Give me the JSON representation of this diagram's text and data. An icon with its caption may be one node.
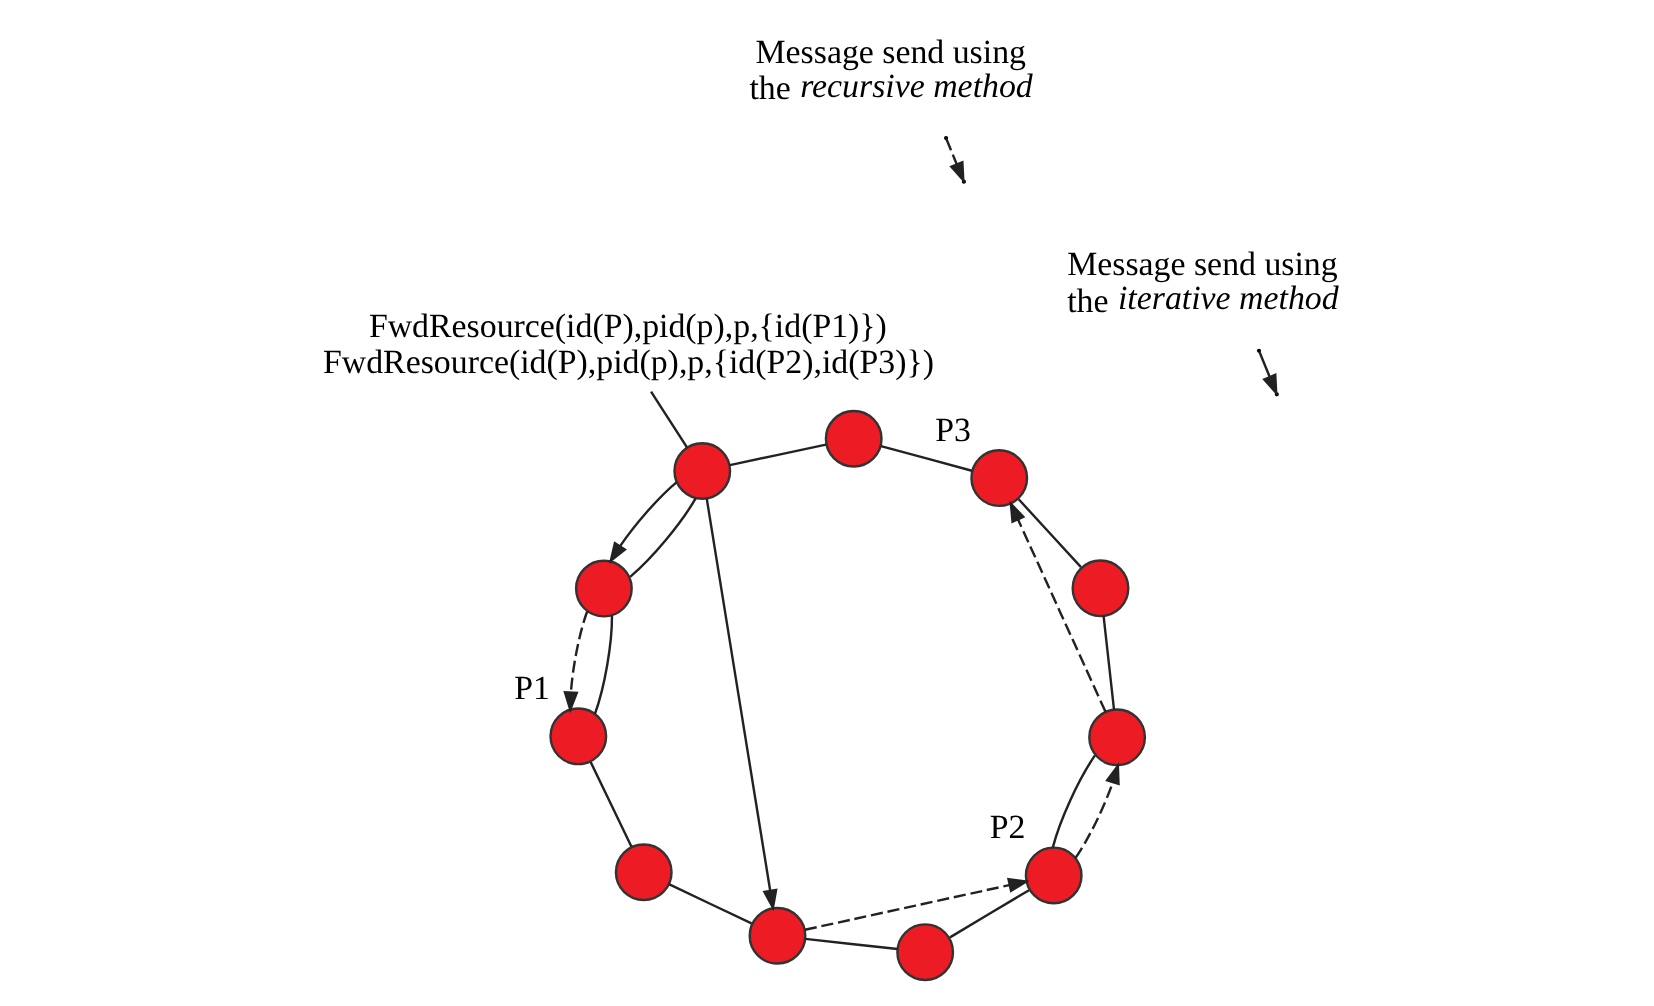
{
  "diagram": {
    "nodes": [
      {
        "text": [
          "FwdResource(id(P),pid(p),p,{id(P1)})",
          "FwdResource(id(P),pid(p),p,{id(P2),id(P3)})"
        ]
      },
      {
        "text": [],
        "shape": "circle",
        "beside": [
          "P3"
        ]
      },
      {
        "text": [],
        "shape": "circle"
      },
      {
        "text": [],
        "shape": "circle"
      },
      {
        "text": [],
        "shape": "circle"
      },
      {
        "text": [],
        "shape": "circle",
        "beside": [
          "P1"
        ]
      },
      {
        "text": [],
        "shape": "circle"
      },
      {
        "text": [],
        "shape": "circle"
      },
      {
        "text": [],
        "shape": "circle"
      },
      {
        "text": [],
        "shape": "circle",
        "beside": [
          "P2"
        ]
      },
      {
        "text": [],
        "shape": "circle"
      },
      {
        "text": [],
        "shape": "circle"
      }
    ],
    "edges": [
      {
        "from": 1,
        "to": 2,
        "arrow": "none"
      },
      {
        "from": 2,
        "to": 3,
        "arrow": "none"
      },
      {
        "from": 3,
        "to": 4,
        "arrow": "none"
      },
      {
        "from": 4,
        "to": 5,
        "arrow": "none"
      },
      {
        "from": 5,
        "to": 6,
        "arrow": "none"
      },
      {
        "from": 6,
        "to": 7,
        "arrow": "none"
      },
      {
        "from": 7,
        "to": 8,
        "arrow": "none"
      },
      {
        "from": 8,
        "to": 9,
        "arrow": "none"
      },
      {
        "from": 9,
        "to": 10,
        "arrow": "none"
      },
      {
        "from": 10,
        "to": 11,
        "arrow": "none"
      },
      {
        "from": 11,
        "to": 1,
        "arrow": "none"
      },
      {
        "from": 0,
        "to": 3,
        "arrow": "none"
      },
      {
        "from": 3,
        "to": 4,
        "arrow": "to"
      },
      {
        "from": 4,
        "to": 5,
        "arrow": "to",
        "style": "dashed"
      },
      {
        "from": 3,
        "to": 7,
        "arrow": "to"
      },
      {
        "from": 7,
        "to": 9,
        "arrow": "to",
        "style": "dashed"
      },
      {
        "from": 9,
        "to": 10,
        "arrow": "to",
        "style": "dashed"
      },
      {
        "from": 10,
        "to": 1,
        "arrow": "to",
        "style": "dashed"
      }
    ],
    "legend": [
      {
        "text": "Message send using the *iterative method*"
      },
      {
        "text": "Message send using the *recursive method*"
      }
    ]
  }
}
